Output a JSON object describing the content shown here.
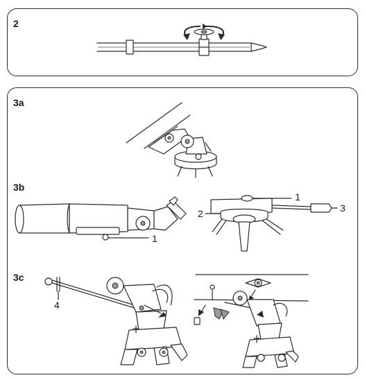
{
  "steps": {
    "s2": "2",
    "s3a": "3a",
    "s3b": "3b",
    "s3c": "3c"
  },
  "callouts": {
    "b_left_1": "1",
    "b_right_1": "1",
    "b_right_2": "2",
    "b_right_3": "3",
    "c_4": "4"
  }
}
